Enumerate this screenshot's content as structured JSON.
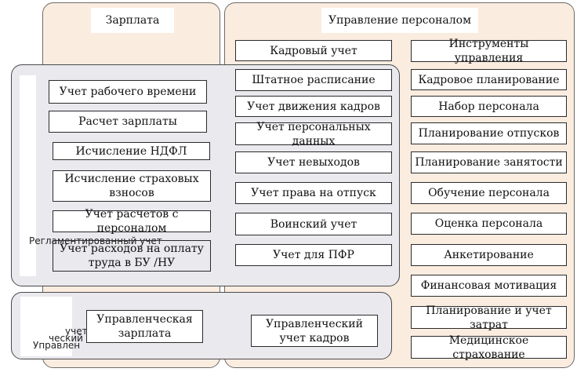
{
  "salary": {
    "title": "Зарплата",
    "items": [
      "Учет рабочего времени",
      "Расчет зарплаты",
      "Исчисление НДФЛ",
      "Исчисление страховых взносов",
      "Учет расчетов с персоналом",
      "Учет расходов на оплату труда в БУ /НУ"
    ]
  },
  "hr": {
    "title": "Управление персоналом",
    "record_keeping": "Кадровый учет",
    "management_tools": "Инструменты управления",
    "regulated_items": [
      "Штатное расписание",
      "Учет движения кадров",
      "Учет персональных данных",
      "Учет невыходов",
      "Учет права на отпуск",
      "Воинский учет",
      "Учет для ПФР"
    ],
    "tools_items": [
      "Кадровое планирование",
      "Набор персонала",
      "Планирование отпусков",
      "Планирование занятости",
      "Обучение персонала",
      "Оценка персонала",
      "Анкетирование",
      "Финансовая мотивация",
      "Планирование и учет затрат",
      "Медицинское страхование"
    ]
  },
  "regulated": {
    "label": "Регламентированный учет"
  },
  "managerial": {
    "label_lines": [
      "учет",
      "ческий",
      "Управлен"
    ],
    "salary_item": "Управленческая зарплата",
    "hr_item": "Управленческий учет кадров"
  }
}
